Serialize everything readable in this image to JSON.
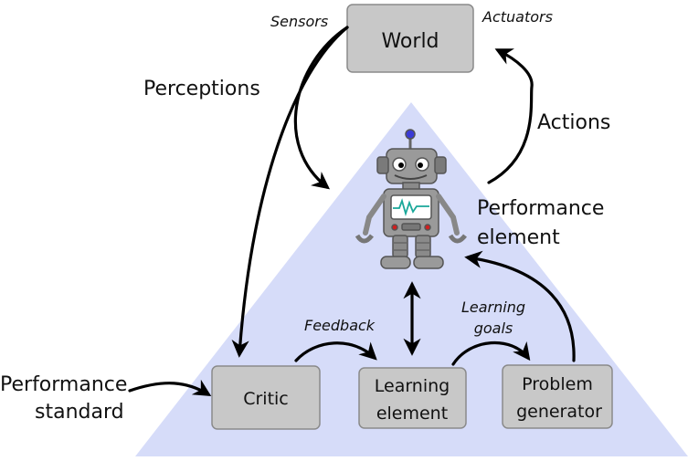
{
  "colors": {
    "triangle": "#d6dcf9",
    "box_fill": "#c8c8c8",
    "box_stroke": "#8a8a8a",
    "arrow": "#000000",
    "robot_body": "#9a9a9a",
    "robot_screen": "#ffffff",
    "robot_wave": "#1aa89a",
    "robot_antenna_ball": "#3b3bd6",
    "robot_lights": "#d11f1f"
  },
  "nodes": {
    "world": "World",
    "critic": "Critic",
    "learning_element": [
      "Learning",
      "element"
    ],
    "problem_generator": [
      "Problem",
      "generator"
    ]
  },
  "labels": {
    "sensors": "Sensors",
    "actuators": "Actuators",
    "perceptions": "Perceptions",
    "actions": "Actions",
    "performance_element": [
      "Performance",
      "element"
    ],
    "performance_standard": [
      "Performance",
      "standard"
    ],
    "feedback": "Feedback",
    "learning_goals": [
      "Learning",
      "goals"
    ]
  },
  "icons": {
    "agent": "robot-icon"
  }
}
